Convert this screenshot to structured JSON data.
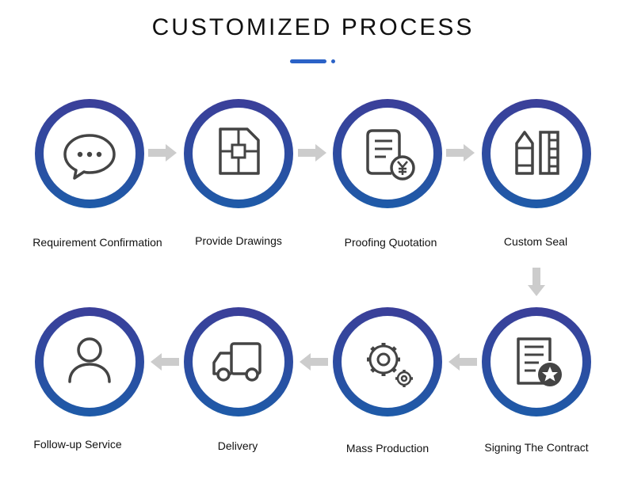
{
  "header": {
    "title": "CUSTOMIZED PROCESS"
  },
  "colors": {
    "ring_top": "#3b3f99",
    "ring_bottom": "#1e5ba8",
    "accent": "#2b62c7",
    "icon": "#444444",
    "arrow": "#cccccc"
  },
  "steps": [
    {
      "label": "Requirement Confirmation",
      "icon": "speech-bubble-icon"
    },
    {
      "label": "Provide Drawings",
      "icon": "drawing-icon"
    },
    {
      "label": "Proofing Quotation",
      "icon": "quotation-icon"
    },
    {
      "label": "Custom Seal",
      "icon": "pencil-ruler-icon"
    },
    {
      "label": "Signing The Contract",
      "icon": "contract-icon"
    },
    {
      "label": "Mass Production",
      "icon": "gears-icon"
    },
    {
      "label": "Delivery",
      "icon": "truck-icon"
    },
    {
      "label": "Follow-up Service",
      "icon": "person-icon"
    }
  ]
}
